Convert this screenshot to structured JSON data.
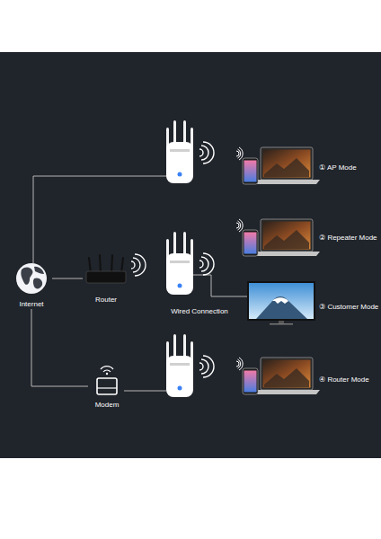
{
  "diagram": {
    "nodes": [
      {
        "text": [
          "Internet"
        ]
      },
      {
        "text": [
          "Router"
        ]
      },
      {
        "text": [
          "Modem"
        ]
      }
    ],
    "edges": [
      {
        "from": 0,
        "to": 1,
        "arrow": "none"
      },
      {
        "from": 0,
        "to": 2,
        "arrow": "none"
      }
    ],
    "labels": [
      "Wired Connection",
      "① AP Mode",
      "② Repeater Mode",
      "③ Customer Mode",
      "④ Router Mode"
    ]
  }
}
